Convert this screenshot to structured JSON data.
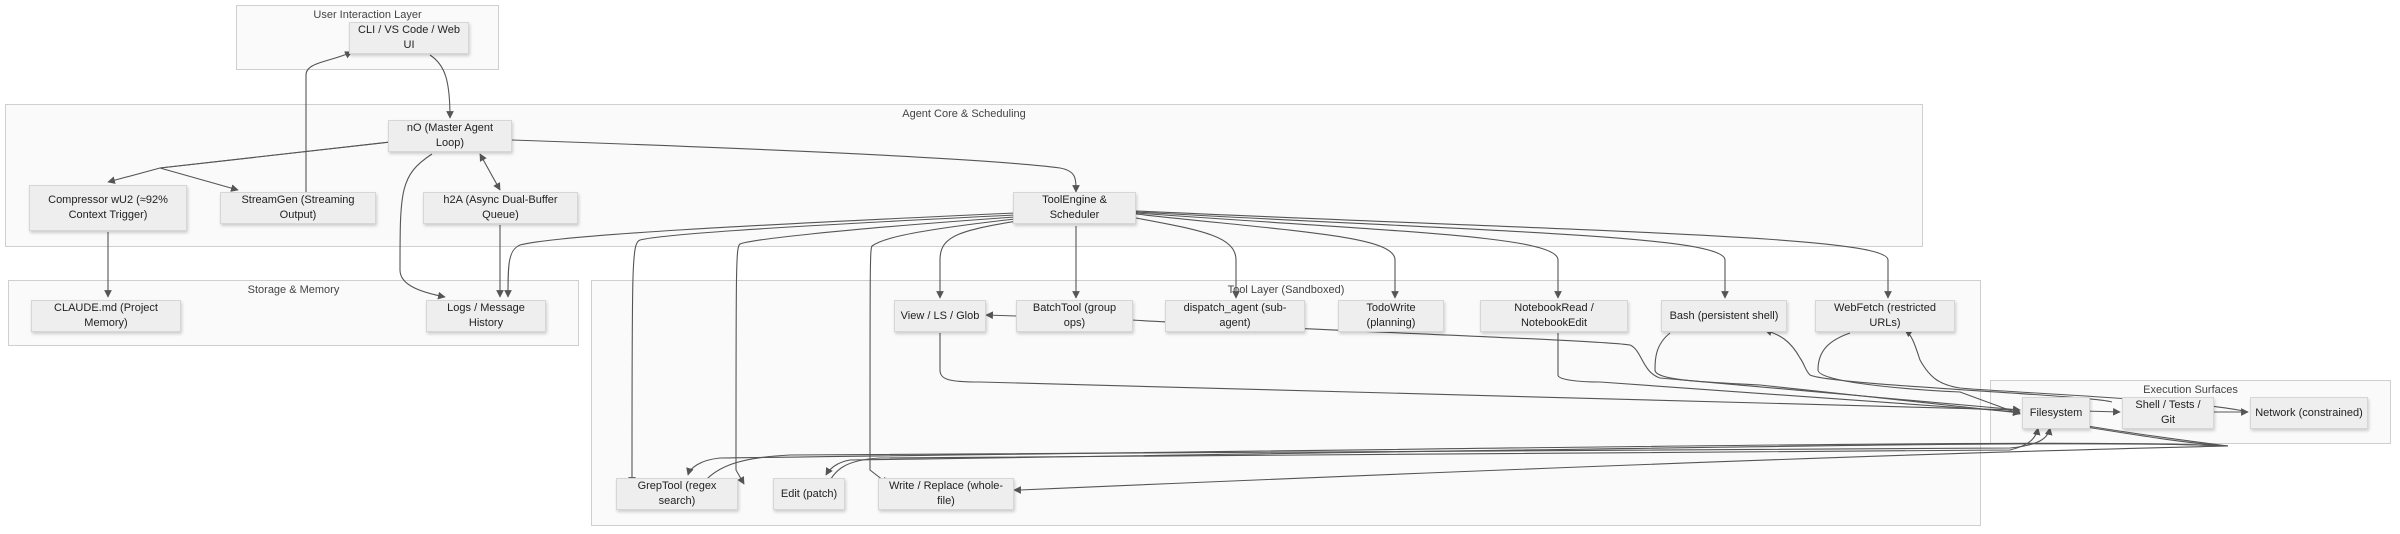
{
  "clusters": {
    "ui": "User Interaction Layer",
    "core": "Agent Core & Scheduling",
    "storage": "Storage & Memory",
    "tools": "Tool Layer (Sandboxed)",
    "exec": "Execution Surfaces"
  },
  "nodes": {
    "cli": "CLI / VS Code / Web UI",
    "master": "nO (Master Agent Loop)",
    "compressor": "Compressor wU2 (≈92% Context Trigger)",
    "streamgen": "StreamGen (Streaming Output)",
    "h2a": "h2A (Async Dual-Buffer Queue)",
    "toolengine": "ToolEngine & Scheduler",
    "claudemd": "CLAUDE.md (Project Memory)",
    "logs": "Logs / Message History",
    "view": "View / LS / Glob",
    "batch": "BatchTool (group ops)",
    "dispatch": "dispatch_agent (sub-agent)",
    "todo": "TodoWrite (planning)",
    "notebook": "NotebookRead / NotebookEdit",
    "bash": "Bash (persistent shell)",
    "webfetch": "WebFetch (restricted URLs)",
    "grep": "GrepTool (regex search)",
    "edit": "Edit (patch)",
    "write": "Write / Replace (whole-file)",
    "filesystem": "Filesystem",
    "shell": "Shell / Tests / Git",
    "network": "Network (constrained)"
  },
  "colors": {
    "cluster_bg": "#fafafa",
    "cluster_border": "#cfcfcf",
    "node_bg": "#eeeeee",
    "edge": "#555555"
  }
}
